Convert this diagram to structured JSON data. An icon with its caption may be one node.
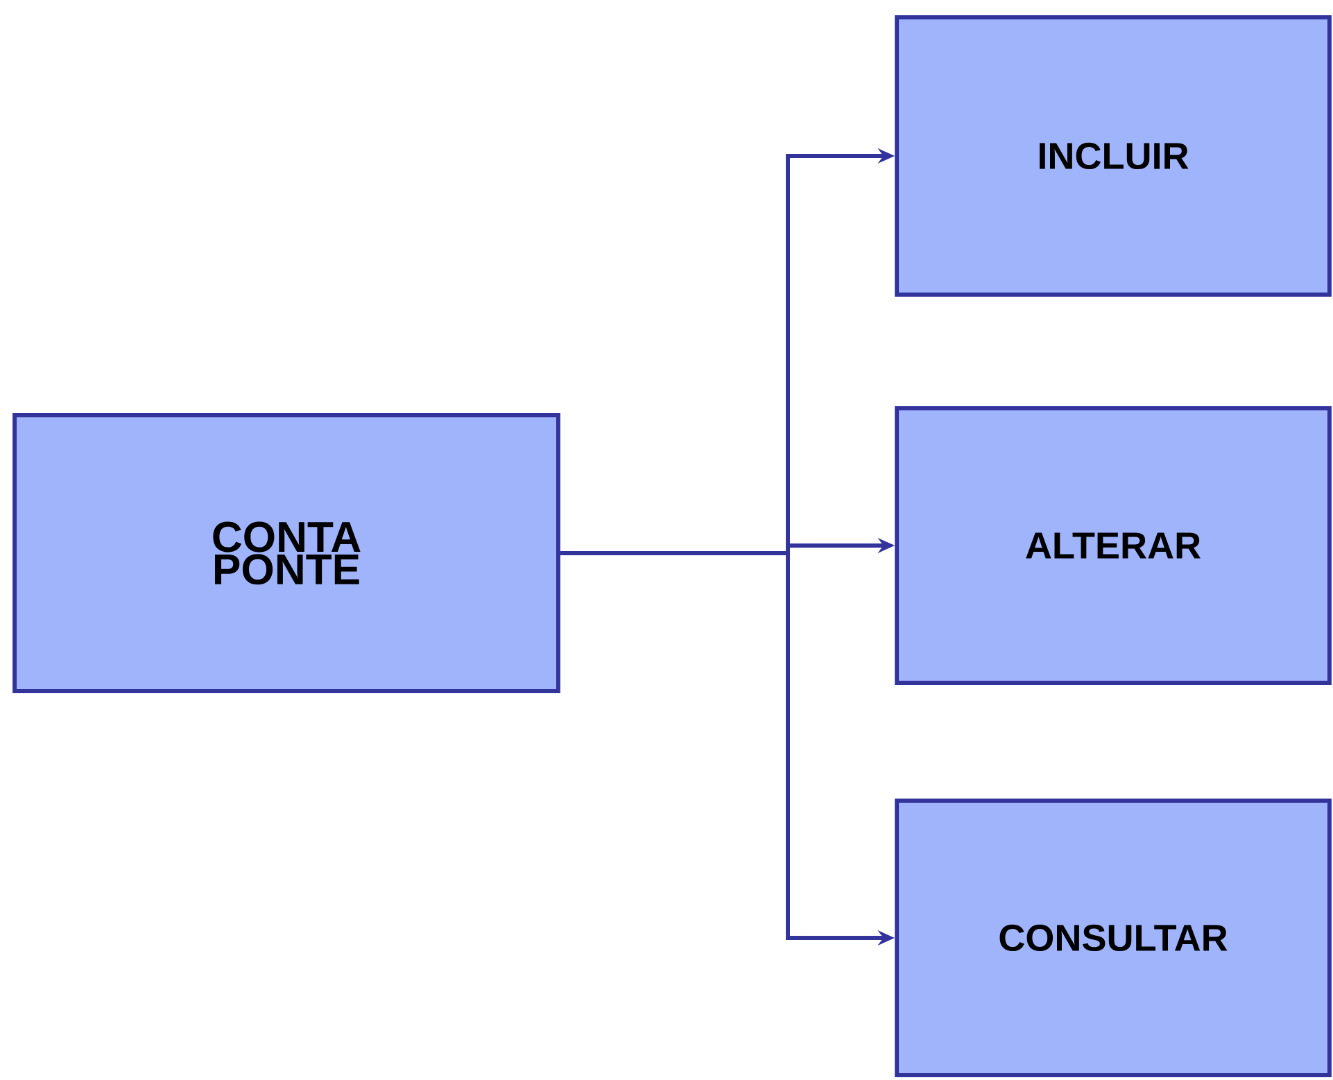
{
  "diagram": {
    "nodes": [
      {
        "text": [
          "CONTA PONTE"
        ]
      },
      {
        "text": [
          "INCLUIR"
        ]
      },
      {
        "text": [
          "ALTERAR"
        ]
      },
      {
        "text": [
          "CONSULTAR"
        ]
      }
    ],
    "edges": [
      {
        "from": 0,
        "to": 1,
        "arrow": "to"
      },
      {
        "from": 0,
        "to": 2,
        "arrow": "to"
      },
      {
        "from": 0,
        "to": 3,
        "arrow": "to"
      }
    ]
  }
}
